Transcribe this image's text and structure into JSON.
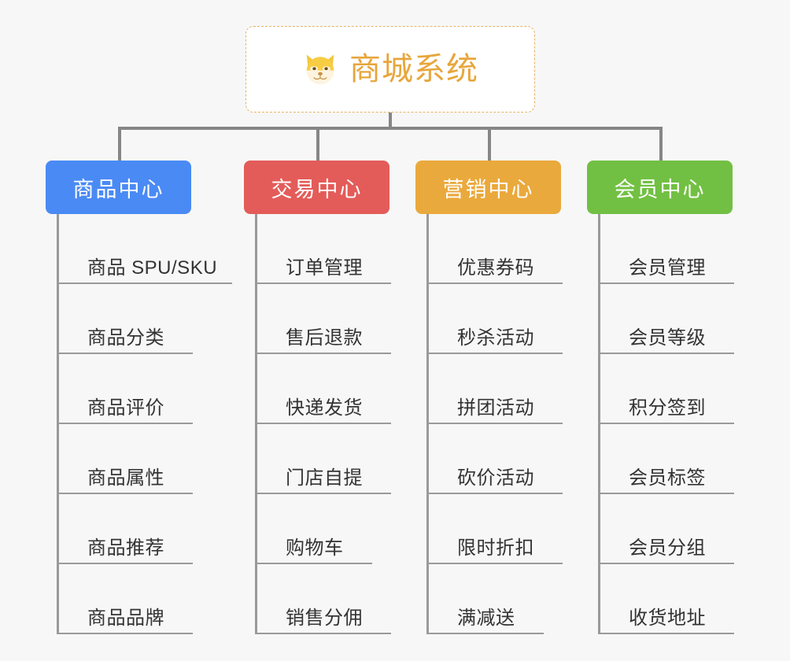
{
  "root": {
    "title": "商城系统",
    "icon": "shiba-dog-face-icon",
    "border_color": "#e7b264",
    "text_color": "#e7a63c",
    "background": "#ffffff"
  },
  "canvas": {
    "background": "#f7f7f7",
    "connector_color": "#868686"
  },
  "columns": [
    {
      "title": "商品中心",
      "color": "#4a8af4",
      "items": [
        "商品 SPU/SKU",
        "商品分类",
        "商品评价",
        "商品属性",
        "商品推荐",
        "商品品牌"
      ]
    },
    {
      "title": "交易中心",
      "color": "#e35c59",
      "items": [
        "订单管理",
        "售后退款",
        "快递发货",
        "门店自提",
        "购物车",
        "销售分佣"
      ]
    },
    {
      "title": "营销中心",
      "color": "#eaa93c",
      "items": [
        "优惠券码",
        "秒杀活动",
        "拼团活动",
        "砍价活动",
        "限时折扣",
        "满减送"
      ]
    },
    {
      "title": "会员中心",
      "color": "#72c043",
      "items": [
        "会员管理",
        "会员等级",
        "积分签到",
        "会员标签",
        "会员分组",
        "收货地址"
      ]
    }
  ]
}
